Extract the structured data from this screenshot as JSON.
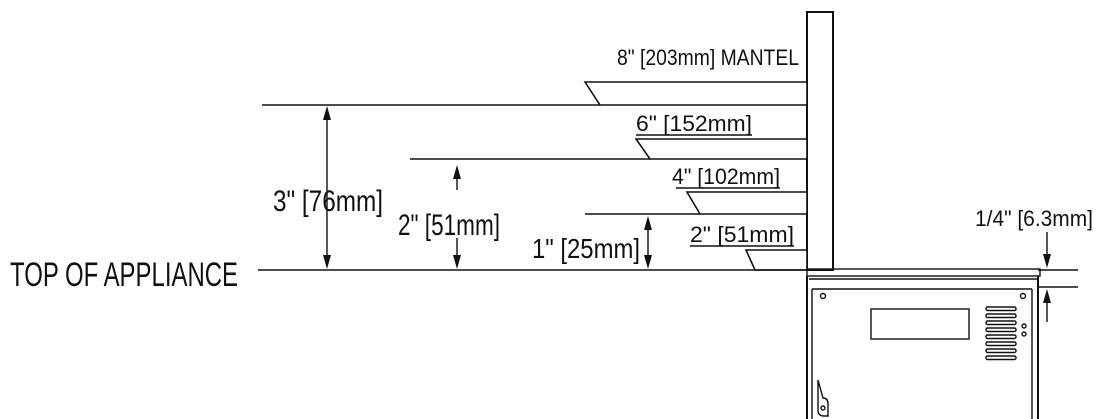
{
  "labels": {
    "top_of_appliance": "TOP OF APPLIANCE",
    "mantel_8": "8\" [203mm] MANTEL",
    "mantel_6": "6\" [152mm]",
    "mantel_4": "4\" [102mm]",
    "mantel_2": "2\" [51mm]",
    "dim_3": "3\" [76mm]",
    "dim_2": "2\" [51mm]",
    "dim_1": "1\" [25mm]",
    "dim_quarter": "1/4\" [6.3mm]"
  },
  "colors": {
    "line": "#111111",
    "background": "#ffffff"
  }
}
